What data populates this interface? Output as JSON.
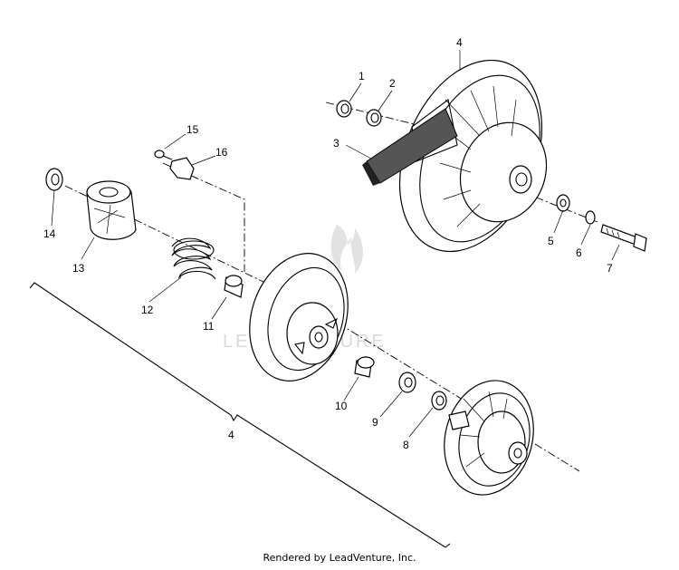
{
  "diagram": {
    "watermark": "LEADVENTURE",
    "credit": "Rendered by LeadVenture, Inc.",
    "callouts": [
      "1",
      "2",
      "3",
      "4",
      "5",
      "6",
      "7",
      "8",
      "9",
      "10",
      "11",
      "12",
      "13",
      "14",
      "15",
      "16",
      "4"
    ]
  }
}
